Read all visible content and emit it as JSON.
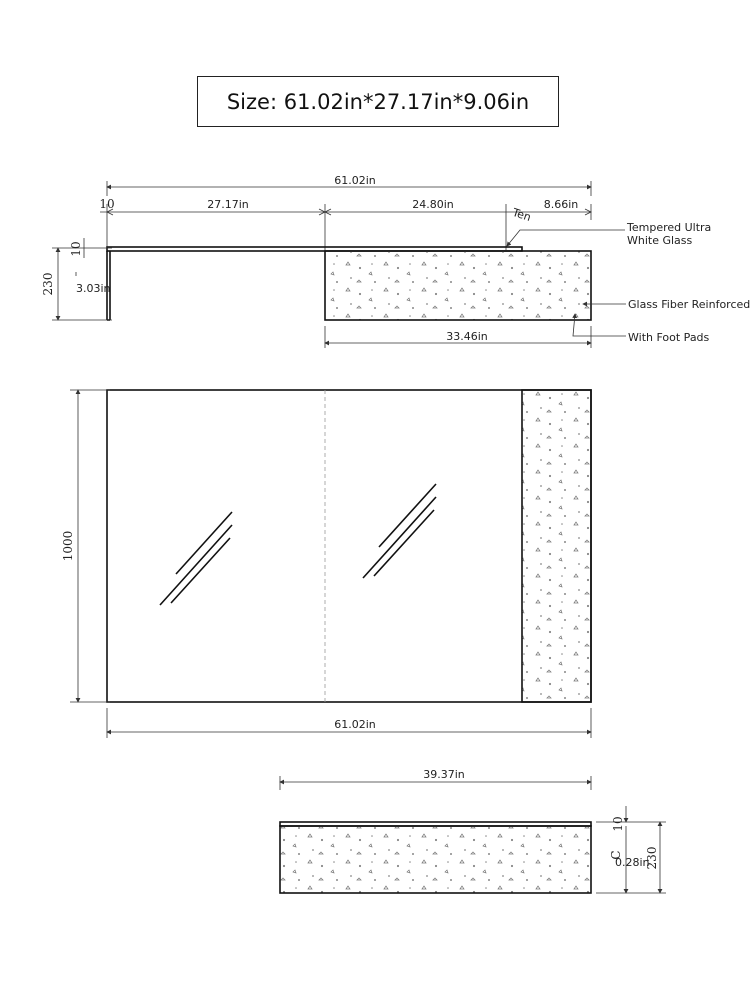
{
  "title": "Size: 61.02in*27.17in*9.06in",
  "top_view": {
    "overall": "61.02in",
    "seg1": "27.17in",
    "seg2": "24.80in",
    "seg3": "8.66in",
    "small_left": "10",
    "ten_label": "Ten",
    "thickness": "10",
    "height": "230",
    "leg_height": "3.03in",
    "bottom": "33.46in"
  },
  "callouts": {
    "glass_line1": "Tempered Ultra",
    "glass_line2": "White Glass",
    "fiber": "Glass Fiber Reinforced",
    "pads": "With Foot Pads"
  },
  "front_view": {
    "height": "1000",
    "width": "61.02in"
  },
  "side_view": {
    "width": "39.37in",
    "thickness": "10",
    "inner": "0.28in",
    "c_label": "C",
    "height": "230"
  }
}
